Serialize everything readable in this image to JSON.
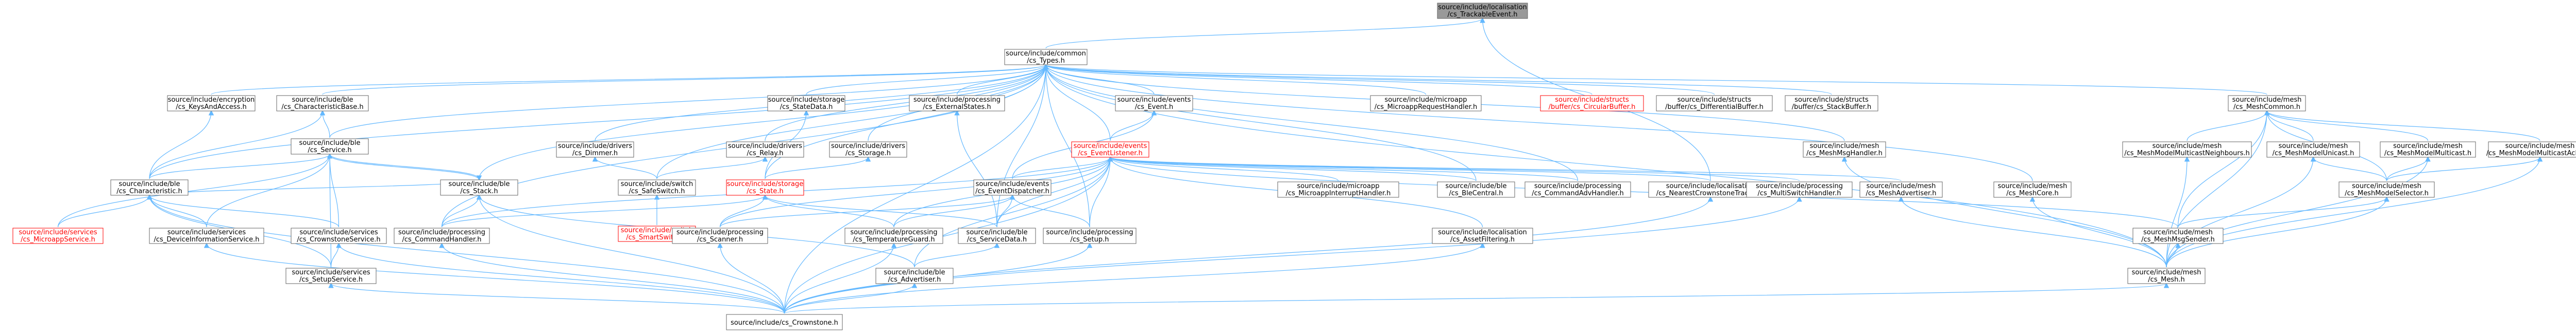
{
  "graph": {
    "nodes": [
      {
        "id": "trackable_event",
        "lines": [
          "source/include/localisation",
          "/cs_TrackableEvent.h"
        ],
        "style": "root"
      },
      {
        "id": "types",
        "lines": [
          "source/include/common",
          "/cs_Types.h"
        ],
        "style": "normal"
      },
      {
        "id": "keys",
        "lines": [
          "source/include/encryption",
          "/cs_KeysAndAccess.h"
        ],
        "style": "normal"
      },
      {
        "id": "char_base",
        "lines": [
          "source/include/ble",
          "/cs_CharacteristicBase.h"
        ],
        "style": "normal"
      },
      {
        "id": "ble_service",
        "lines": [
          "source/include/ble",
          "/cs_Service.h"
        ],
        "style": "normal"
      },
      {
        "id": "ble_char",
        "lines": [
          "source/include/ble",
          "/cs_Characteristic.h"
        ],
        "style": "normal"
      },
      {
        "id": "ble_stack",
        "lines": [
          "source/include/ble",
          "/cs_Stack.h"
        ],
        "style": "normal"
      },
      {
        "id": "microapp_service",
        "lines": [
          "source/include/services",
          "/cs_MicroappService.h"
        ],
        "style": "red"
      },
      {
        "id": "device_info_service",
        "lines": [
          "source/include/services",
          "/cs_DeviceInformationService.h"
        ],
        "style": "normal"
      },
      {
        "id": "crownstone_service",
        "lines": [
          "source/include/services",
          "/cs_CrownstoneService.h"
        ],
        "style": "normal"
      },
      {
        "id": "setup_service",
        "lines": [
          "source/include/services",
          "/cs_SetupService.h"
        ],
        "style": "normal"
      },
      {
        "id": "command_handler",
        "lines": [
          "source/include/processing",
          "/cs_CommandHandler.h"
        ],
        "style": "normal"
      },
      {
        "id": "crownstone",
        "lines": [
          "source/include/cs_Crownstone.h"
        ],
        "style": "normal"
      },
      {
        "id": "dimmer",
        "lines": [
          "source/include/drivers",
          "/cs_Dimmer.h"
        ],
        "style": "normal"
      },
      {
        "id": "relay",
        "lines": [
          "source/include/drivers",
          "/cs_Relay.h"
        ],
        "style": "normal"
      },
      {
        "id": "state_data",
        "lines": [
          "source/include/storage",
          "/cs_StateData.h"
        ],
        "style": "normal"
      },
      {
        "id": "storage",
        "lines": [
          "source/include/drivers",
          "/cs_Storage.h"
        ],
        "style": "normal"
      },
      {
        "id": "safe_switch",
        "lines": [
          "source/include/switch",
          "/cs_SafeSwitch.h"
        ],
        "style": "normal"
      },
      {
        "id": "smart_switch",
        "lines": [
          "source/include/switch",
          "/cs_SmartSwitch.h"
        ],
        "style": "red"
      },
      {
        "id": "state",
        "lines": [
          "source/include/storage",
          "/cs_State.h"
        ],
        "style": "red"
      },
      {
        "id": "external_states",
        "lines": [
          "source/include/processing",
          "/cs_ExternalStates.h"
        ],
        "style": "normal"
      },
      {
        "id": "event",
        "lines": [
          "source/include/events",
          "/cs_Event.h"
        ],
        "style": "normal"
      },
      {
        "id": "event_listener",
        "lines": [
          "source/include/events",
          "/cs_EventListener.h"
        ],
        "style": "red"
      },
      {
        "id": "event_dispatcher",
        "lines": [
          "source/include/events",
          "/cs_EventDispatcher.h"
        ],
        "style": "normal"
      },
      {
        "id": "scanner",
        "lines": [
          "source/include/processing",
          "/cs_Scanner.h"
        ],
        "style": "normal"
      },
      {
        "id": "temperature_guard",
        "lines": [
          "source/include/processing",
          "/cs_TemperatureGuard.h"
        ],
        "style": "normal"
      },
      {
        "id": "service_data",
        "lines": [
          "source/include/ble",
          "/cs_ServiceData.h"
        ],
        "style": "normal"
      },
      {
        "id": "advertiser",
        "lines": [
          "source/include/ble",
          "/cs_Advertiser.h"
        ],
        "style": "normal"
      },
      {
        "id": "setup",
        "lines": [
          "source/include/processing",
          "/cs_Setup.h"
        ],
        "style": "normal"
      },
      {
        "id": "microapp_request",
        "lines": [
          "source/include/microapp",
          "/cs_MicroappRequestHandler.h"
        ],
        "style": "normal"
      },
      {
        "id": "microapp_interrupt",
        "lines": [
          "source/include/microapp",
          "/cs_MicroappInterruptHandler.h"
        ],
        "style": "normal"
      },
      {
        "id": "ble_central",
        "lines": [
          "source/include/ble",
          "/cs_BleCentral.h"
        ],
        "style": "normal"
      },
      {
        "id": "command_adv_handler",
        "lines": [
          "source/include/processing",
          "/cs_CommandAdvHandler.h"
        ],
        "style": "normal"
      },
      {
        "id": "circular_buffer",
        "lines": [
          "source/include/structs",
          "/buffer/cs_CircularBuffer.h"
        ],
        "style": "red"
      },
      {
        "id": "differential_buffer",
        "lines": [
          "source/include/structs",
          "/buffer/cs_DifferentialBuffer.h"
        ],
        "style": "normal"
      },
      {
        "id": "stack_buffer",
        "lines": [
          "source/include/structs",
          "/buffer/cs_StackBuffer.h"
        ],
        "style": "normal"
      },
      {
        "id": "nearest_tracker",
        "lines": [
          "source/include/localisation",
          "/cs_NearestCrownstoneTracker.h"
        ],
        "style": "normal"
      },
      {
        "id": "asset_filtering",
        "lines": [
          "source/include/localisation",
          "/cs_AssetFiltering.h"
        ],
        "style": "normal"
      },
      {
        "id": "multiswitch",
        "lines": [
          "source/include/processing",
          "/cs_MultiSwitchHandler.h"
        ],
        "style": "normal"
      },
      {
        "id": "mesh_msg_handler",
        "lines": [
          "source/include/mesh",
          "/cs_MeshMsgHandler.h"
        ],
        "style": "normal"
      },
      {
        "id": "mesh_advertiser",
        "lines": [
          "source/include/mesh",
          "/cs_MeshAdvertiser.h"
        ],
        "style": "normal"
      },
      {
        "id": "mesh_core",
        "lines": [
          "source/include/mesh",
          "/cs_MeshCore.h"
        ],
        "style": "normal"
      },
      {
        "id": "mesh_common",
        "lines": [
          "source/include/mesh",
          "/cs_MeshCommon.h"
        ],
        "style": "normal"
      },
      {
        "id": "mesh_model_neighbours",
        "lines": [
          "source/include/mesh",
          "/cs_MeshModelMulticastNeighbours.h"
        ],
        "style": "normal"
      },
      {
        "id": "mesh_model_unicast",
        "lines": [
          "source/include/mesh",
          "/cs_MeshModelUnicast.h"
        ],
        "style": "normal"
      },
      {
        "id": "mesh_model_multicast",
        "lines": [
          "source/include/mesh",
          "/cs_MeshModelMulticast.h"
        ],
        "style": "normal"
      },
      {
        "id": "mesh_model_multicast_acked",
        "lines": [
          "source/include/mesh",
          "/cs_MeshModelMulticastAcked.h"
        ],
        "style": "normal"
      },
      {
        "id": "mesh_model_selector",
        "lines": [
          "source/include/mesh",
          "/cs_MeshModelSelector.h"
        ],
        "style": "normal"
      },
      {
        "id": "mesh_msg_sender",
        "lines": [
          "source/include/mesh",
          "/cs_MeshMsgSender.h"
        ],
        "style": "normal"
      },
      {
        "id": "mesh",
        "lines": [
          "source/include/mesh",
          "/cs_Mesh.h"
        ],
        "style": "normal"
      }
    ],
    "edges": [
      [
        "trackable_event",
        "types"
      ],
      [
        "trackable_event",
        "nearest_tracker"
      ],
      [
        "types",
        "keys"
      ],
      [
        "types",
        "char_base"
      ],
      [
        "types",
        "ble_service"
      ],
      [
        "types",
        "ble_char"
      ],
      [
        "types",
        "ble_stack"
      ],
      [
        "types",
        "command_handler"
      ],
      [
        "types",
        "crownstone"
      ],
      [
        "types",
        "dimmer"
      ],
      [
        "types",
        "relay"
      ],
      [
        "types",
        "state_data"
      ],
      [
        "types",
        "storage"
      ],
      [
        "types",
        "safe_switch"
      ],
      [
        "types",
        "state"
      ],
      [
        "types",
        "external_states"
      ],
      [
        "types",
        "event"
      ],
      [
        "types",
        "event_listener"
      ],
      [
        "types",
        "microapp_request"
      ],
      [
        "types",
        "circular_buffer"
      ],
      [
        "types",
        "differential_buffer"
      ],
      [
        "types",
        "stack_buffer"
      ],
      [
        "types",
        "mesh_common"
      ],
      [
        "types",
        "mesh_msg_handler"
      ],
      [
        "types",
        "ble_central"
      ],
      [
        "types",
        "command_adv_handler"
      ],
      [
        "types",
        "service_data"
      ],
      [
        "types",
        "setup"
      ],
      [
        "types",
        "mesh_core"
      ],
      [
        "types",
        "mesh"
      ],
      [
        "keys",
        "ble_char"
      ],
      [
        "char_base",
        "ble_service"
      ],
      [
        "char_base",
        "ble_char"
      ],
      [
        "ble_service",
        "ble_char"
      ],
      [
        "ble_service",
        "ble_stack"
      ],
      [
        "ble_service",
        "microapp_service"
      ],
      [
        "ble_service",
        "device_info_service"
      ],
      [
        "ble_service",
        "crownstone_service"
      ],
      [
        "ble_service",
        "setup_service"
      ],
      [
        "ble_char",
        "microapp_service"
      ],
      [
        "ble_char",
        "device_info_service"
      ],
      [
        "ble_char",
        "crownstone_service"
      ],
      [
        "ble_char",
        "setup_service"
      ],
      [
        "ble_char",
        "crownstone"
      ],
      [
        "ble_stack",
        "command_handler"
      ],
      [
        "ble_stack",
        "advertiser"
      ],
      [
        "ble_stack",
        "crownstone"
      ],
      [
        "ble_stack",
        "ble_service"
      ],
      [
        "ble_stack",
        "ble_char"
      ],
      [
        "device_info_service",
        "crownstone"
      ],
      [
        "crownstone_service",
        "setup_service"
      ],
      [
        "crownstone_service",
        "crownstone"
      ],
      [
        "setup_service",
        "crownstone"
      ],
      [
        "command_handler",
        "crownstone"
      ],
      [
        "dimmer",
        "safe_switch"
      ],
      [
        "relay",
        "safe_switch"
      ],
      [
        "state_data",
        "state"
      ],
      [
        "storage",
        "state"
      ],
      [
        "safe_switch",
        "smart_switch"
      ],
      [
        "state",
        "scanner"
      ],
      [
        "state",
        "temperature_guard"
      ],
      [
        "state",
        "service_data"
      ],
      [
        "state",
        "command_handler"
      ],
      [
        "external_states",
        "service_data"
      ],
      [
        "event",
        "event_listener"
      ],
      [
        "event",
        "event_dispatcher"
      ],
      [
        "event_listener",
        "event_dispatcher"
      ],
      [
        "event_listener",
        "scanner"
      ],
      [
        "event_listener",
        "temperature_guard"
      ],
      [
        "event_listener",
        "service_data"
      ],
      [
        "event_listener",
        "advertiser"
      ],
      [
        "event_listener",
        "setup"
      ],
      [
        "event_listener",
        "microapp_interrupt"
      ],
      [
        "event_listener",
        "ble_central"
      ],
      [
        "event_listener",
        "command_adv_handler"
      ],
      [
        "event_listener",
        "nearest_tracker"
      ],
      [
        "event_listener",
        "asset_filtering"
      ],
      [
        "event_listener",
        "multiswitch"
      ],
      [
        "event_listener",
        "mesh_advertiser"
      ],
      [
        "event_listener",
        "mesh_msg_sender"
      ],
      [
        "event_listener",
        "command_handler"
      ],
      [
        "event_listener",
        "crownstone"
      ],
      [
        "event_dispatcher",
        "scanner"
      ],
      [
        "event_dispatcher",
        "temperature_guard"
      ],
      [
        "event_dispatcher",
        "service_data"
      ],
      [
        "event_dispatcher",
        "setup"
      ],
      [
        "scanner",
        "crownstone"
      ],
      [
        "temperature_guard",
        "crownstone"
      ],
      [
        "service_data",
        "advertiser"
      ],
      [
        "advertiser",
        "crownstone"
      ],
      [
        "setup",
        "crownstone"
      ],
      [
        "nearest_tracker",
        "crownstone"
      ],
      [
        "asset_filtering",
        "crownstone"
      ],
      [
        "multiswitch",
        "crownstone"
      ],
      [
        "mesh_msg_handler",
        "mesh"
      ],
      [
        "mesh_advertiser",
        "mesh"
      ],
      [
        "mesh_core",
        "mesh"
      ],
      [
        "mesh_common",
        "mesh_model_neighbours"
      ],
      [
        "mesh_common",
        "mesh_model_unicast"
      ],
      [
        "mesh_common",
        "mesh_model_multicast"
      ],
      [
        "mesh_common",
        "mesh_model_multicast_acked"
      ],
      [
        "mesh_common",
        "mesh_model_selector"
      ],
      [
        "mesh_common",
        "mesh_msg_sender"
      ],
      [
        "mesh_common",
        "mesh"
      ],
      [
        "mesh_model_neighbours",
        "mesh"
      ],
      [
        "mesh_model_unicast",
        "mesh_model_selector"
      ],
      [
        "mesh_model_unicast",
        "mesh"
      ],
      [
        "mesh_model_multicast",
        "mesh_model_selector"
      ],
      [
        "mesh_model_multicast",
        "mesh"
      ],
      [
        "mesh_model_multicast_acked",
        "mesh_model_selector"
      ],
      [
        "mesh_model_multicast_acked",
        "mesh"
      ],
      [
        "mesh_model_selector",
        "mesh_msg_sender"
      ],
      [
        "mesh_model_selector",
        "mesh"
      ],
      [
        "mesh_msg_sender",
        "mesh"
      ],
      [
        "mesh",
        "crownstone"
      ]
    ]
  }
}
